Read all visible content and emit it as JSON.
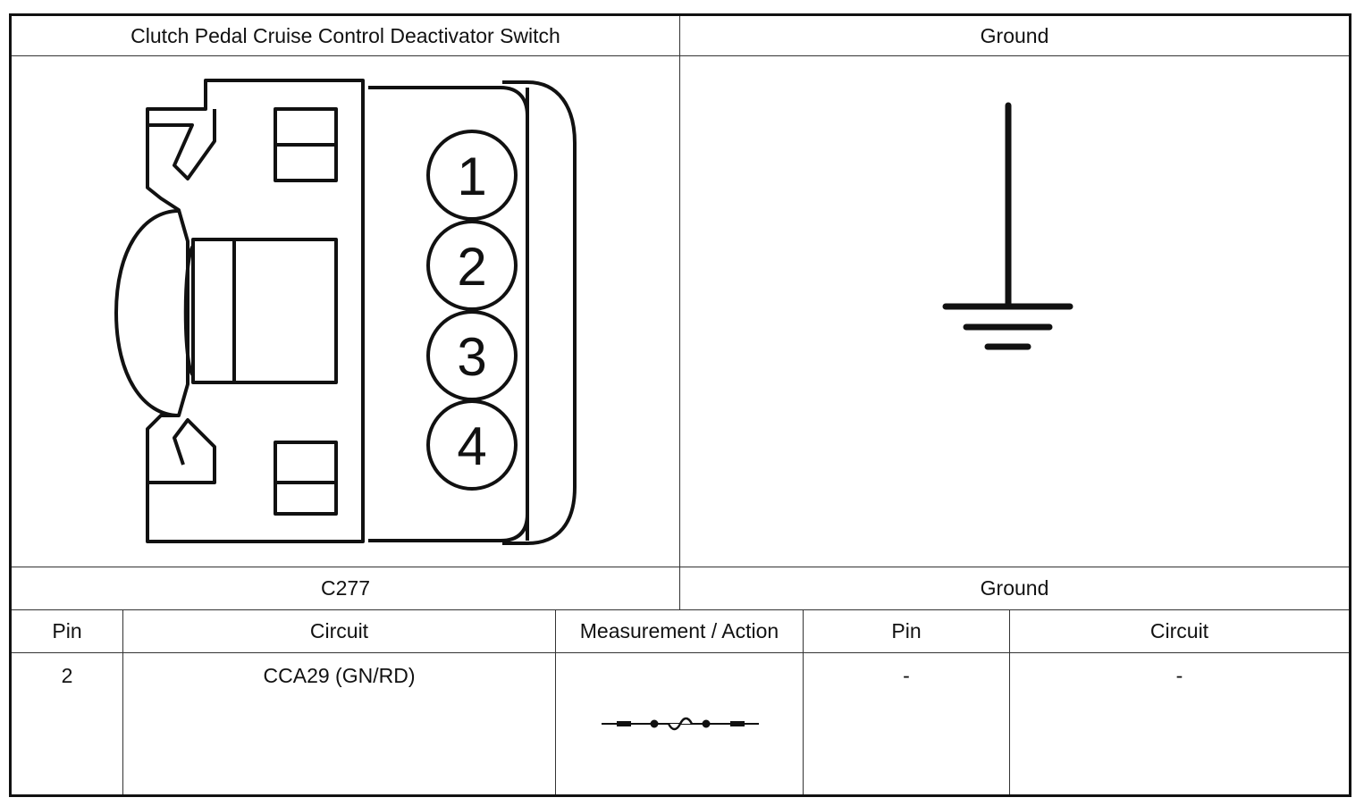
{
  "left_header": "Clutch Pedal Cruise Control Deactivator Switch",
  "right_header": "Ground",
  "connector": {
    "id": "C277",
    "pins": [
      "1",
      "2",
      "3",
      "4"
    ]
  },
  "ground_label": "Ground",
  "table": {
    "headers": [
      "Pin",
      "Circuit",
      "Measurement / Action",
      "Pin",
      "Circuit"
    ],
    "rows": [
      {
        "pin_a": "2",
        "circuit_a": "CCA29 (GN/RD)",
        "measurement_icon": "fuse-icon",
        "pin_b": "-",
        "circuit_b": "-"
      }
    ]
  }
}
